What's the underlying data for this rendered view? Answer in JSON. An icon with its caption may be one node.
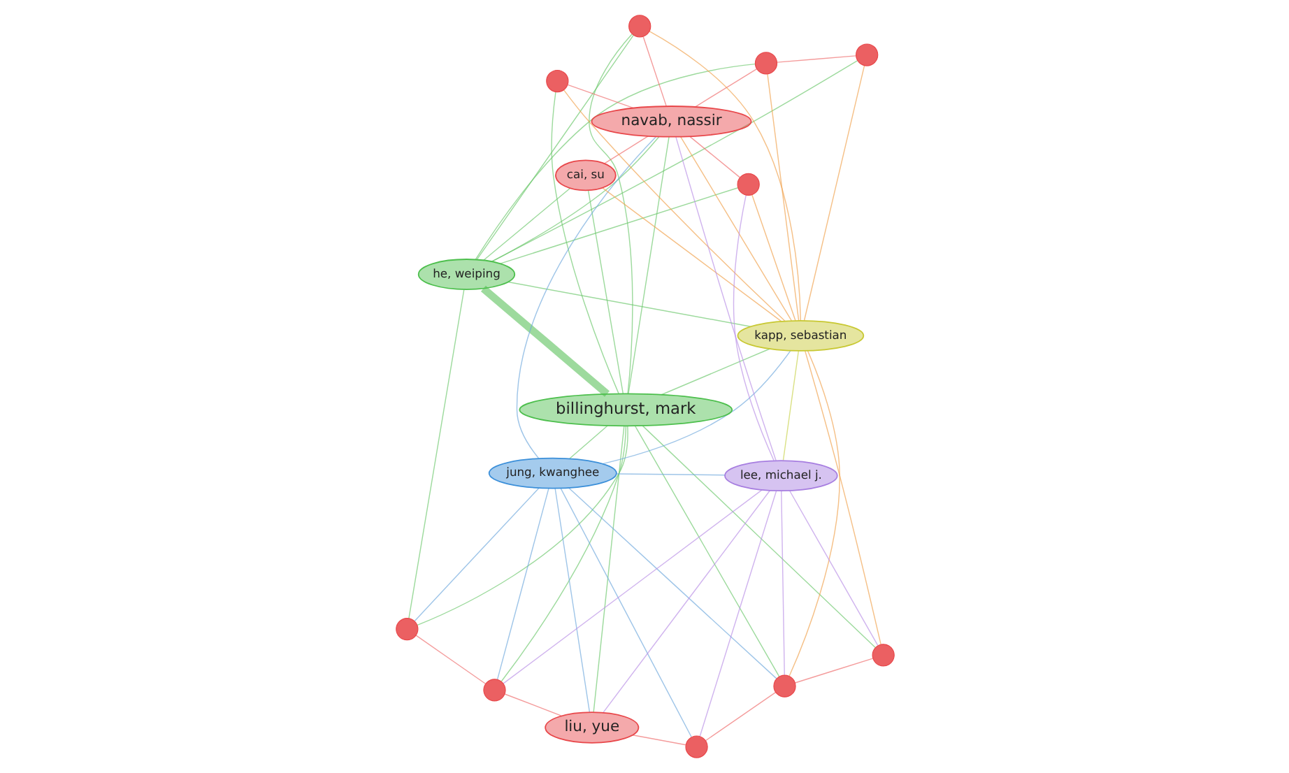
{
  "diagram": {
    "nodes": [
      {
        "text": [
          "he, weiping"
        ]
      },
      {
        "text": [
          "billinghurst, mark"
        ]
      },
      {
        "text": [
          "jung, kwanghee"
        ]
      },
      {
        "text": [],
        "shape": "circle"
      },
      {
        "text": [],
        "shape": "circle"
      },
      {
        "text": [],
        "shape": "circle"
      },
      {
        "text": [
          "liu, yue"
        ]
      },
      {
        "text": [],
        "shape": "circle"
      },
      {
        "text": [],
        "shape": "circle"
      },
      {
        "text": [],
        "shape": "circle"
      },
      {
        "text": [
          "navab, nassir"
        ]
      },
      {
        "text": [],
        "shape": "circle"
      },
      {
        "text": [],
        "shape": "circle"
      },
      {
        "text": [],
        "shape": "circle"
      },
      {
        "text": [],
        "shape": "circle"
      },
      {
        "text": [
          "cai, su"
        ]
      },
      {
        "text": [
          "kapp, sebastian"
        ]
      },
      {
        "text": [
          "lee, michael j."
        ]
      }
    ],
    "edges": [
      {
        "from": 0,
        "to": 1,
        "arrow": "none",
        "style": "thick"
      },
      {
        "from": 0,
        "to": 3,
        "arrow": "none"
      },
      {
        "from": 0,
        "to": 4,
        "arrow": "none"
      },
      {
        "from": 0,
        "to": 7,
        "arrow": "none"
      },
      {
        "from": 0,
        "to": 8,
        "arrow": "none"
      },
      {
        "from": 0,
        "to": 10,
        "arrow": "none"
      },
      {
        "from": 0,
        "to": 13,
        "arrow": "none"
      },
      {
        "from": 0,
        "to": 15,
        "arrow": "none"
      },
      {
        "from": 1,
        "to": 2,
        "arrow": "none"
      },
      {
        "from": 1,
        "to": 3,
        "arrow": "none"
      },
      {
        "from": 1,
        "to": 5,
        "arrow": "none"
      },
      {
        "from": 1,
        "to": 6,
        "arrow": "none"
      },
      {
        "from": 1,
        "to": 7,
        "arrow": "none"
      },
      {
        "from": 1,
        "to": 9,
        "arrow": "none"
      },
      {
        "from": 1,
        "to": 10,
        "arrow": "none"
      },
      {
        "from": 1,
        "to": 11,
        "arrow": "none"
      },
      {
        "from": 1,
        "to": 12,
        "arrow": "none"
      },
      {
        "from": 1,
        "to": 15,
        "arrow": "none"
      },
      {
        "from": 0,
        "to": 16,
        "arrow": "none"
      },
      {
        "from": 1,
        "to": 16,
        "arrow": "none"
      },
      {
        "from": 2,
        "to": 3,
        "arrow": "none",
        "color": "#6fa8dc"
      },
      {
        "from": 2,
        "to": 5,
        "arrow": "none",
        "color": "#6fa8dc"
      },
      {
        "from": 2,
        "to": 6,
        "arrow": "none",
        "color": "#6fa8dc"
      },
      {
        "from": 2,
        "to": 10,
        "arrow": "none",
        "color": "#6fa8dc"
      },
      {
        "from": 2,
        "to": 12,
        "arrow": "none",
        "color": "#6fa8dc"
      },
      {
        "from": 2,
        "to": 14,
        "arrow": "none",
        "color": "#6fa8dc"
      },
      {
        "from": 2,
        "to": 16,
        "arrow": "none",
        "color": "#6fa8dc"
      },
      {
        "from": 2,
        "to": 17,
        "arrow": "none",
        "color": "#6fa8dc"
      },
      {
        "from": 16,
        "to": 4,
        "arrow": "none",
        "color": "#f0a04b"
      },
      {
        "from": 16,
        "to": 7,
        "arrow": "none",
        "color": "#f0a04b"
      },
      {
        "from": 16,
        "to": 8,
        "arrow": "none",
        "color": "#f0a04b"
      },
      {
        "from": 16,
        "to": 9,
        "arrow": "none",
        "color": "#f0a04b"
      },
      {
        "from": 16,
        "to": 10,
        "arrow": "none",
        "color": "#f0a04b"
      },
      {
        "from": 16,
        "to": 11,
        "arrow": "none",
        "color": "#f0a04b"
      },
      {
        "from": 16,
        "to": 12,
        "arrow": "none",
        "color": "#f0a04b"
      },
      {
        "from": 16,
        "to": 13,
        "arrow": "none",
        "color": "#f0a04b"
      },
      {
        "from": 16,
        "to": 15,
        "arrow": "none",
        "color": "#f0a04b"
      },
      {
        "from": 16,
        "to": 17,
        "arrow": "none",
        "color": "#c8d24a"
      },
      {
        "from": 17,
        "to": 5,
        "arrow": "none",
        "color": "#b98ee6"
      },
      {
        "from": 17,
        "to": 6,
        "arrow": "none",
        "color": "#b98ee6"
      },
      {
        "from": 17,
        "to": 10,
        "arrow": "none",
        "color": "#b98ee6"
      },
      {
        "from": 17,
        "to": 11,
        "arrow": "none",
        "color": "#b98ee6"
      },
      {
        "from": 17,
        "to": 12,
        "arrow": "none",
        "color": "#b98ee6"
      },
      {
        "from": 17,
        "to": 13,
        "arrow": "none",
        "color": "#b98ee6"
      },
      {
        "from": 17,
        "to": 14,
        "arrow": "none",
        "color": "#b98ee6"
      },
      {
        "from": 10,
        "to": 7,
        "arrow": "none",
        "color": "#ee6b6b"
      },
      {
        "from": 10,
        "to": 13,
        "arrow": "none",
        "color": "#ee6b6b"
      },
      {
        "from": 10,
        "to": 15,
        "arrow": "none",
        "color": "#ee6b6b"
      },
      {
        "from": 10,
        "to": 8,
        "arrow": "none",
        "color": "#ee6b6b"
      },
      {
        "from": 6,
        "to": 5,
        "arrow": "none",
        "color": "#ee6b6b"
      },
      {
        "from": 6,
        "to": 14,
        "arrow": "none",
        "color": "#ee6b6b"
      },
      {
        "from": 12,
        "to": 14,
        "arrow": "none",
        "color": "#ee6b6b"
      },
      {
        "from": 4,
        "to": 8,
        "arrow": "none",
        "color": "#ee6b6b"
      },
      {
        "from": 3,
        "to": 5,
        "arrow": "none",
        "color": "#ee6b6b"
      },
      {
        "from": 11,
        "to": 12,
        "arrow": "none",
        "color": "#ee6b6b"
      },
      {
        "from": 9,
        "to": 10,
        "arrow": "none",
        "color": "#ee6b6b"
      }
    ]
  }
}
